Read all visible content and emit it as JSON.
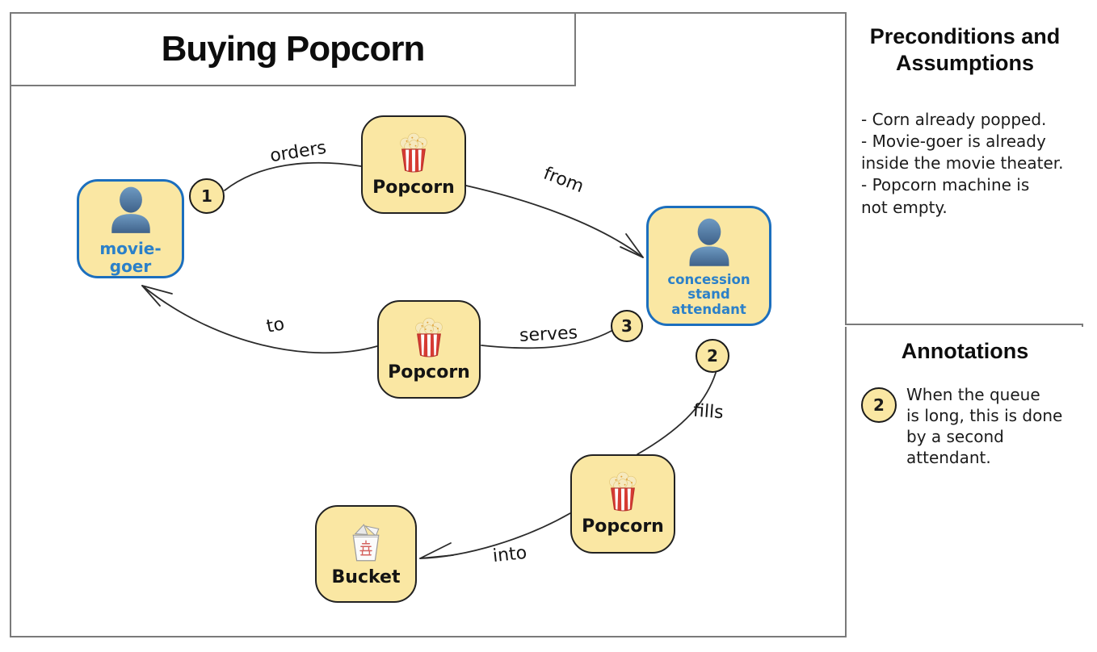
{
  "title": "Buying Popcorn",
  "sidebar": {
    "preconditions": {
      "title": "Preconditions and Assumptions",
      "body": "- Corn already popped.\n- Movie-goer is already\ninside the movie theater.\n- Popcorn machine is\nnot empty."
    },
    "annotations": {
      "title": "Annotations",
      "items": [
        {
          "number": "2",
          "text": "When the queue\nis long, this is done\nby a second\nattendant."
        }
      ]
    }
  },
  "diagram": {
    "nodes": [
      {
        "id": "movie-goer",
        "label": "movie-goer",
        "icon": "person",
        "kind": "actor"
      },
      {
        "id": "popcorn-top",
        "label": "Popcorn",
        "icon": "popcorn",
        "kind": "object"
      },
      {
        "id": "attendant",
        "label": "concession stand attendant",
        "icon": "person",
        "kind": "actor"
      },
      {
        "id": "popcorn-middle",
        "label": "Popcorn",
        "icon": "popcorn",
        "kind": "object"
      },
      {
        "id": "popcorn-bottom",
        "label": "Popcorn",
        "icon": "popcorn",
        "kind": "object"
      },
      {
        "id": "bucket",
        "label": "Bucket",
        "icon": "takeout-box",
        "kind": "object"
      }
    ],
    "markers": [
      {
        "number": "1"
      },
      {
        "number": "2"
      },
      {
        "number": "3"
      }
    ],
    "edge_labels": [
      {
        "id": "orders",
        "label": "orders"
      },
      {
        "id": "from",
        "label": "from"
      },
      {
        "id": "serves",
        "label": "serves"
      },
      {
        "id": "to",
        "label": "to"
      },
      {
        "id": "fills",
        "label": "fills"
      },
      {
        "id": "into",
        "label": "into"
      }
    ]
  },
  "colors": {
    "node_fill": "#FAE7A3",
    "actor_border": "#1C6FBE",
    "actor_label": "#2B80C9",
    "object_border": "#222222",
    "line": "#2B2B2B",
    "frame": "#7A7A7A"
  }
}
